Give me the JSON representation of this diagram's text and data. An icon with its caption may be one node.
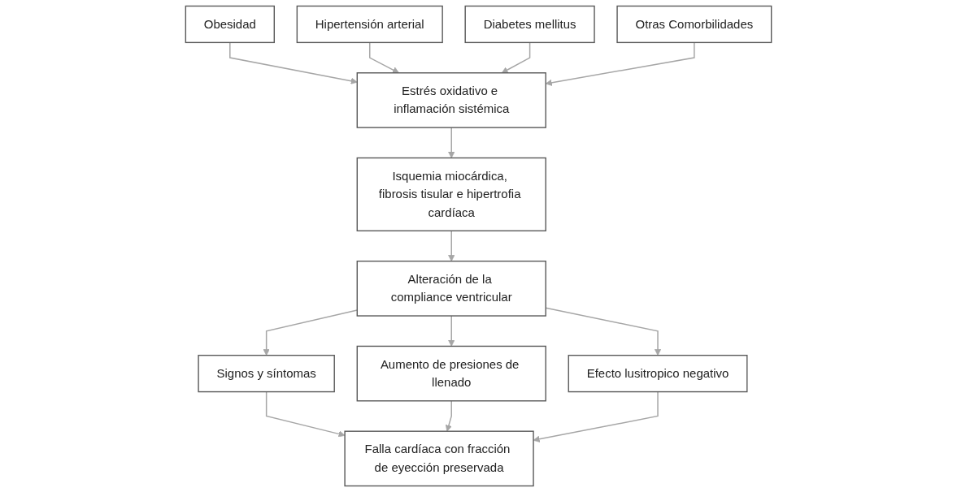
{
  "diagram": {
    "nodes": [
      {
        "text": [
          "Obesidad"
        ]
      },
      {
        "text": [
          "Hipertensión arterial"
        ]
      },
      {
        "text": [
          "Diabetes mellitus"
        ]
      },
      {
        "text": [
          "Otras Comorbilidades"
        ]
      },
      {
        "text": [
          "Estrés oxidativo e inflamación sistémica"
        ]
      },
      {
        "text": [
          "Isquemia miocárdica, fibrosis tisular e hipertrofia cardíaca"
        ]
      },
      {
        "text": [
          "Alteración de la compliance ventricular"
        ]
      },
      {
        "text": [
          "Signos y síntomas"
        ]
      },
      {
        "text": [
          "Aumento de presiones de llenado"
        ]
      },
      {
        "text": [
          "Efecto lusitropico negativo"
        ]
      },
      {
        "text": [
          "Falla cardíaca con fracción de eyección preservada"
        ]
      }
    ],
    "edges": [
      {
        "from": 0,
        "to": 4,
        "arrow": "to"
      },
      {
        "from": 1,
        "to": 4,
        "arrow": "to"
      },
      {
        "from": 2,
        "to": 4,
        "arrow": "to"
      },
      {
        "from": 3,
        "to": 4,
        "arrow": "to"
      },
      {
        "from": 4,
        "to": 5,
        "arrow": "to"
      },
      {
        "from": 5,
        "to": 6,
        "arrow": "to"
      },
      {
        "from": 6,
        "to": 7,
        "arrow": "to"
      },
      {
        "from": 6,
        "to": 8,
        "arrow": "to"
      },
      {
        "from": 6,
        "to": 9,
        "arrow": "to"
      },
      {
        "from": 7,
        "to": 10,
        "arrow": "to"
      },
      {
        "from": 8,
        "to": 10,
        "arrow": "to"
      },
      {
        "from": 9,
        "to": 10,
        "arrow": "to"
      }
    ]
  }
}
